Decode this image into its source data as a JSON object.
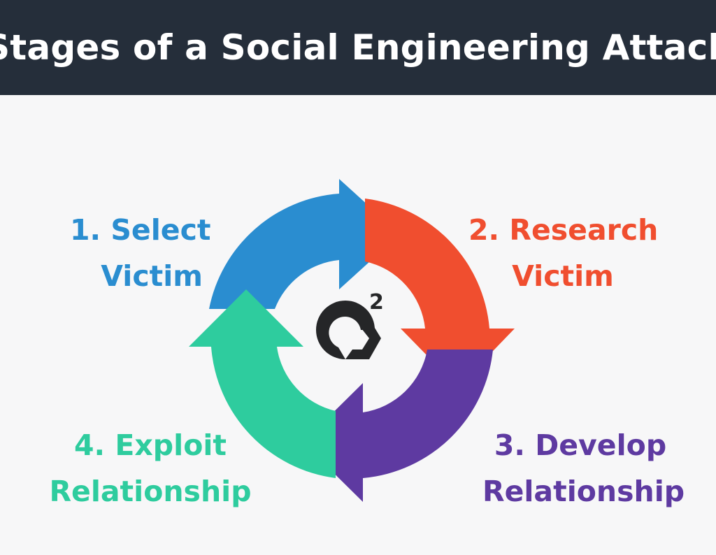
{
  "header": {
    "title": "Stages of a Social Engineering Attack"
  },
  "stages": [
    {
      "number": "1.",
      "line1": "Select",
      "line2": "Victim",
      "color": "#2a8dd0"
    },
    {
      "number": "2.",
      "line1": "Research",
      "line2": "Victim",
      "color": "#f04e2f"
    },
    {
      "number": "3.",
      "line1": "Develop",
      "line2": "Relationship",
      "color": "#5e3aa1"
    },
    {
      "number": "4.",
      "line1": "Exploit",
      "line2": "Relationship",
      "color": "#2ecc9e"
    }
  ],
  "logo": {
    "name": "g2-logo-icon",
    "color": "#252628"
  }
}
